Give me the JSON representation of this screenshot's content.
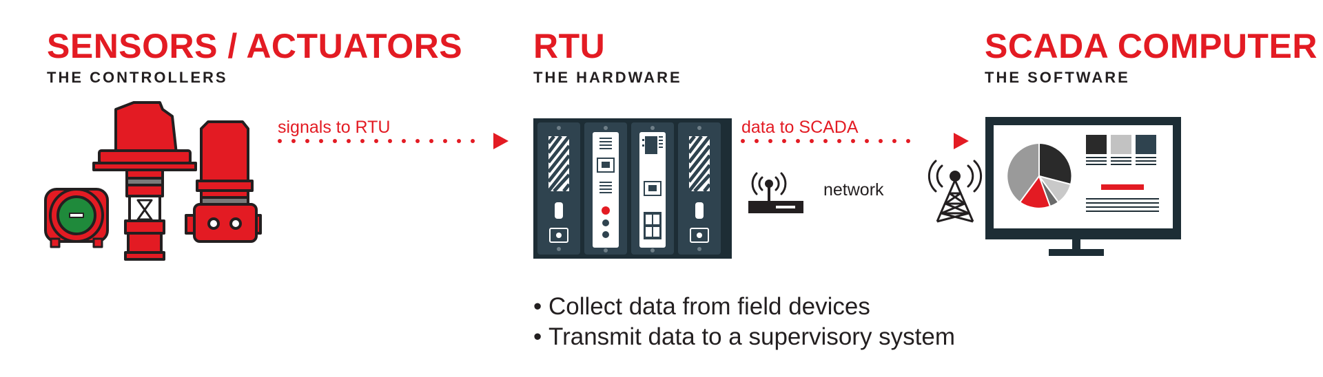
{
  "sections": [
    {
      "title": "SENSORS / ACTUATORS",
      "subtitle": "THE CONTROLLERS"
    },
    {
      "title": "RTU",
      "subtitle": "THE HARDWARE"
    },
    {
      "title": "SCADA COMPUTER",
      "subtitle": "THE SOFTWARE"
    }
  ],
  "flows": {
    "signals": "signals to RTU",
    "data": "data to SCADA",
    "network": "network"
  },
  "bullets": [
    "Collect data from field devices",
    "Transmit data to a supervisory system"
  ],
  "colors": {
    "accent": "#e31b23",
    "dark": "#1d2d35",
    "panel": "#2f434f",
    "sensor_green": "#1f8a3b"
  },
  "icons": [
    "sensor-icon",
    "valve-actuator-icon",
    "actuator-icon",
    "rtu-rack-icon",
    "router-icon",
    "radio-tower-icon",
    "monitor-icon",
    "arrow-right-icon"
  ]
}
